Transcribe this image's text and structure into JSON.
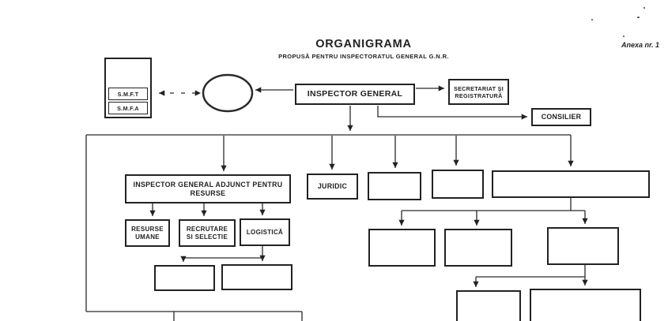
{
  "header": {
    "title": "ORGANIGRAMA",
    "subtitle": "PROPUSĂ PENTRU INSPECTORATUL GENERAL G.N.R.",
    "annex_note": "Anexa nr. 1"
  },
  "org": {
    "smf_t": "S.M.F.T",
    "smf_a": "S.M.F.A",
    "inspector_general": "INSPECTOR GENERAL",
    "secretariat": {
      "line1": "SECRETARIAT ŞI",
      "line2": "REGISTRATURĂ"
    },
    "consilier": "CONSILIER",
    "adjunct_resurse": {
      "line1": "INSPECTOR GENERAL ADJUNCT PENTRU",
      "line2": "RESURSE"
    },
    "juridic": "JURIDIC",
    "resurse_umane": {
      "line1": "RESURSE",
      "line2": "UMANE"
    },
    "recrutare": {
      "line1": "RECRUTARE",
      "line2": "SI SELECTIE"
    },
    "logistica": "LOGISTICĂ"
  },
  "colors": {
    "ink": "#222222",
    "paper": "#ffffff"
  }
}
